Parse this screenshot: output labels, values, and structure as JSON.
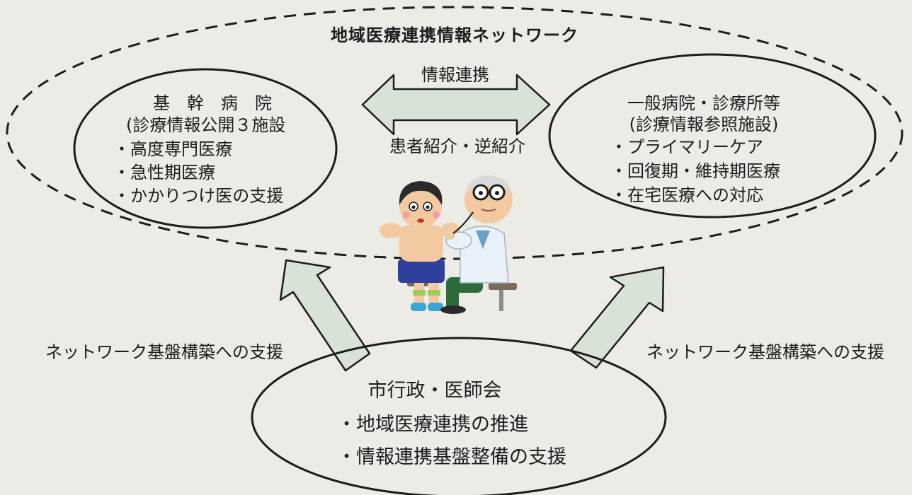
{
  "network_title": "地域医療連携情報ネットワーク",
  "core_hospital": {
    "title": "基　幹　病　院",
    "subtitle": "(診療情報公開３施設",
    "items": [
      "・高度専門医療",
      "・急性期医療",
      "・かかりつけ医の支援"
    ]
  },
  "general_hospital": {
    "title": "一般病院・診療所等",
    "subtitle": "(診療情報参照施設)",
    "items": [
      "・プライマリーケア",
      "・回復期・維持期医療",
      "・在宅医療への対応"
    ]
  },
  "exchange": {
    "top_label": "情報連携",
    "bottom_label": "患者紹介・逆紹介"
  },
  "support": {
    "left_label": "ネットワーク基盤構築への支援",
    "right_label": "ネットワーク基盤構築への支援"
  },
  "city": {
    "title": "市行政・医師会",
    "items": [
      "・地域医療連携の推進",
      "・情報連携基盤整備の支援"
    ]
  },
  "colors": {
    "background": "#ecebe6",
    "arrow_fill": "#d9e2d6",
    "line": "#1c1c1c"
  }
}
